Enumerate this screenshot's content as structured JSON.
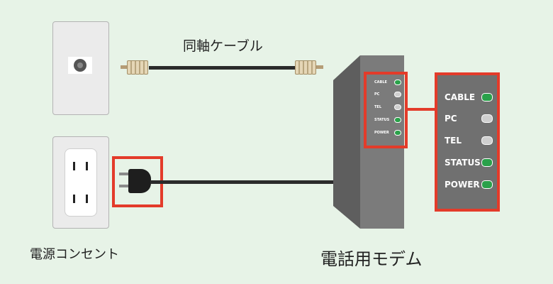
{
  "coax_cable": {
    "label": "同軸ケーブル"
  },
  "outlet": {
    "label": "電源コンセント"
  },
  "modem": {
    "label": "電話用モデム"
  },
  "leds": [
    {
      "label": "CABLE",
      "status": "green"
    },
    {
      "label": "PC",
      "status": "gray"
    },
    {
      "label": "TEL",
      "status": "gray"
    },
    {
      "label": "STATUS",
      "status": "green"
    },
    {
      "label": "POWER",
      "status": "green"
    }
  ],
  "colors": {
    "background": "#e7f3e7",
    "highlight": "#e33b2a",
    "led_on": "#2aa14a",
    "led_off": "#cfcfcf",
    "modem_body": "#707070"
  }
}
